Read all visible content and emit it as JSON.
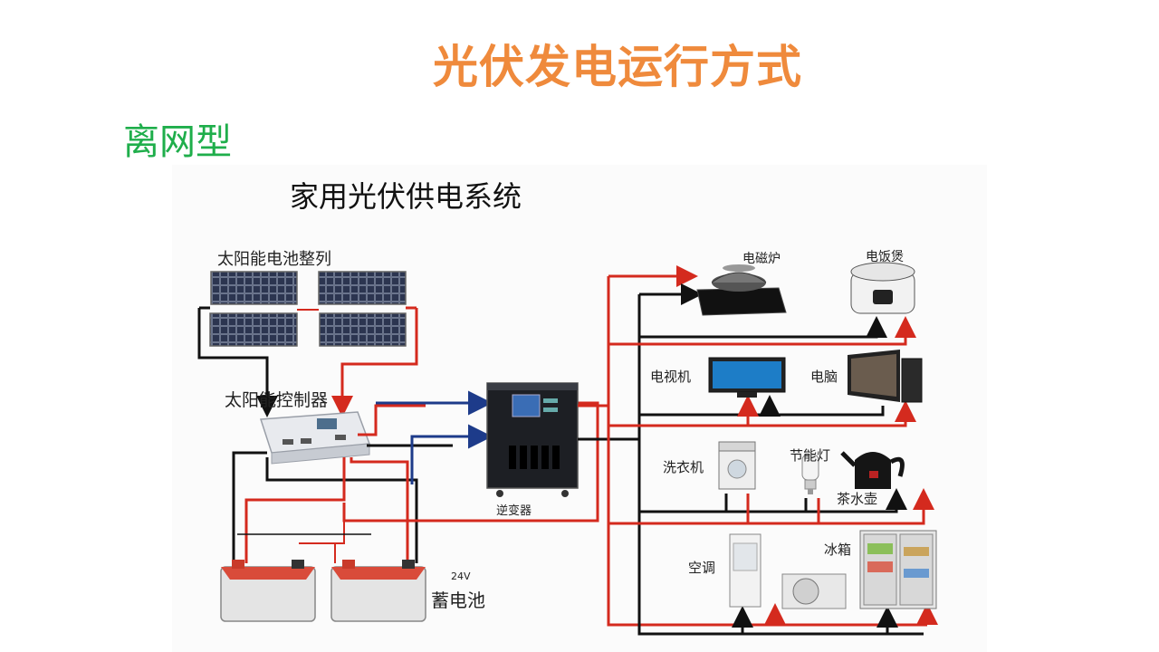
{
  "slide": {
    "title": "光伏发电运行方式",
    "subtitle": "离网型"
  },
  "diagram": {
    "title": "家用光伏供电系统",
    "labels": {
      "solar_array": "太阳能电池整列",
      "controller": "太阳能控制器",
      "inverter": "逆变器",
      "battery": "蓄电池",
      "battery_voltage": "24V",
      "induction_cooker": "电磁炉",
      "rice_cooker": "电饭煲",
      "tv": "电视机",
      "computer": "电脑",
      "washer": "洗衣机",
      "lamp": "节能灯",
      "kettle": "茶水壶",
      "ac": "空调",
      "fridge": "冰箱"
    },
    "colors": {
      "title": "#ef8a3c",
      "subtitle": "#1fae4b",
      "wire_pos": "#d42a1e",
      "wire_neg": "#111111",
      "arrow_blue": "#1d3b8a",
      "label_dark": "#3b4a5a"
    }
  }
}
